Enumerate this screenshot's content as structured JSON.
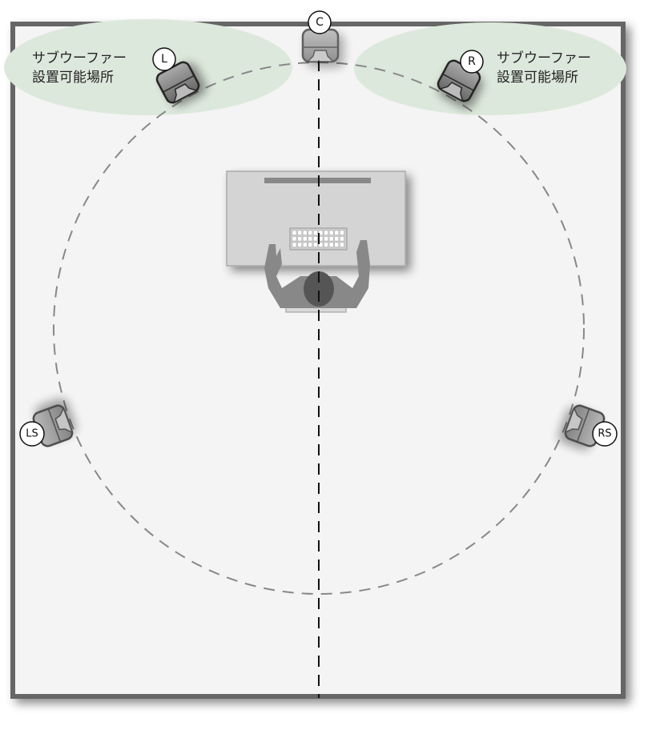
{
  "zones": {
    "left": {
      "line1": "サブウーファー",
      "line2": "設置可能場所"
    },
    "right": {
      "line1": "サブウーファー",
      "line2": "設置可能場所"
    }
  },
  "speakers": {
    "center": "C",
    "left": "L",
    "right": "R",
    "left_surround": "LS",
    "right_surround": "RS"
  },
  "colors": {
    "zone": "#dde8dc",
    "wall": "#666666",
    "floor": "#f4f4f4"
  }
}
